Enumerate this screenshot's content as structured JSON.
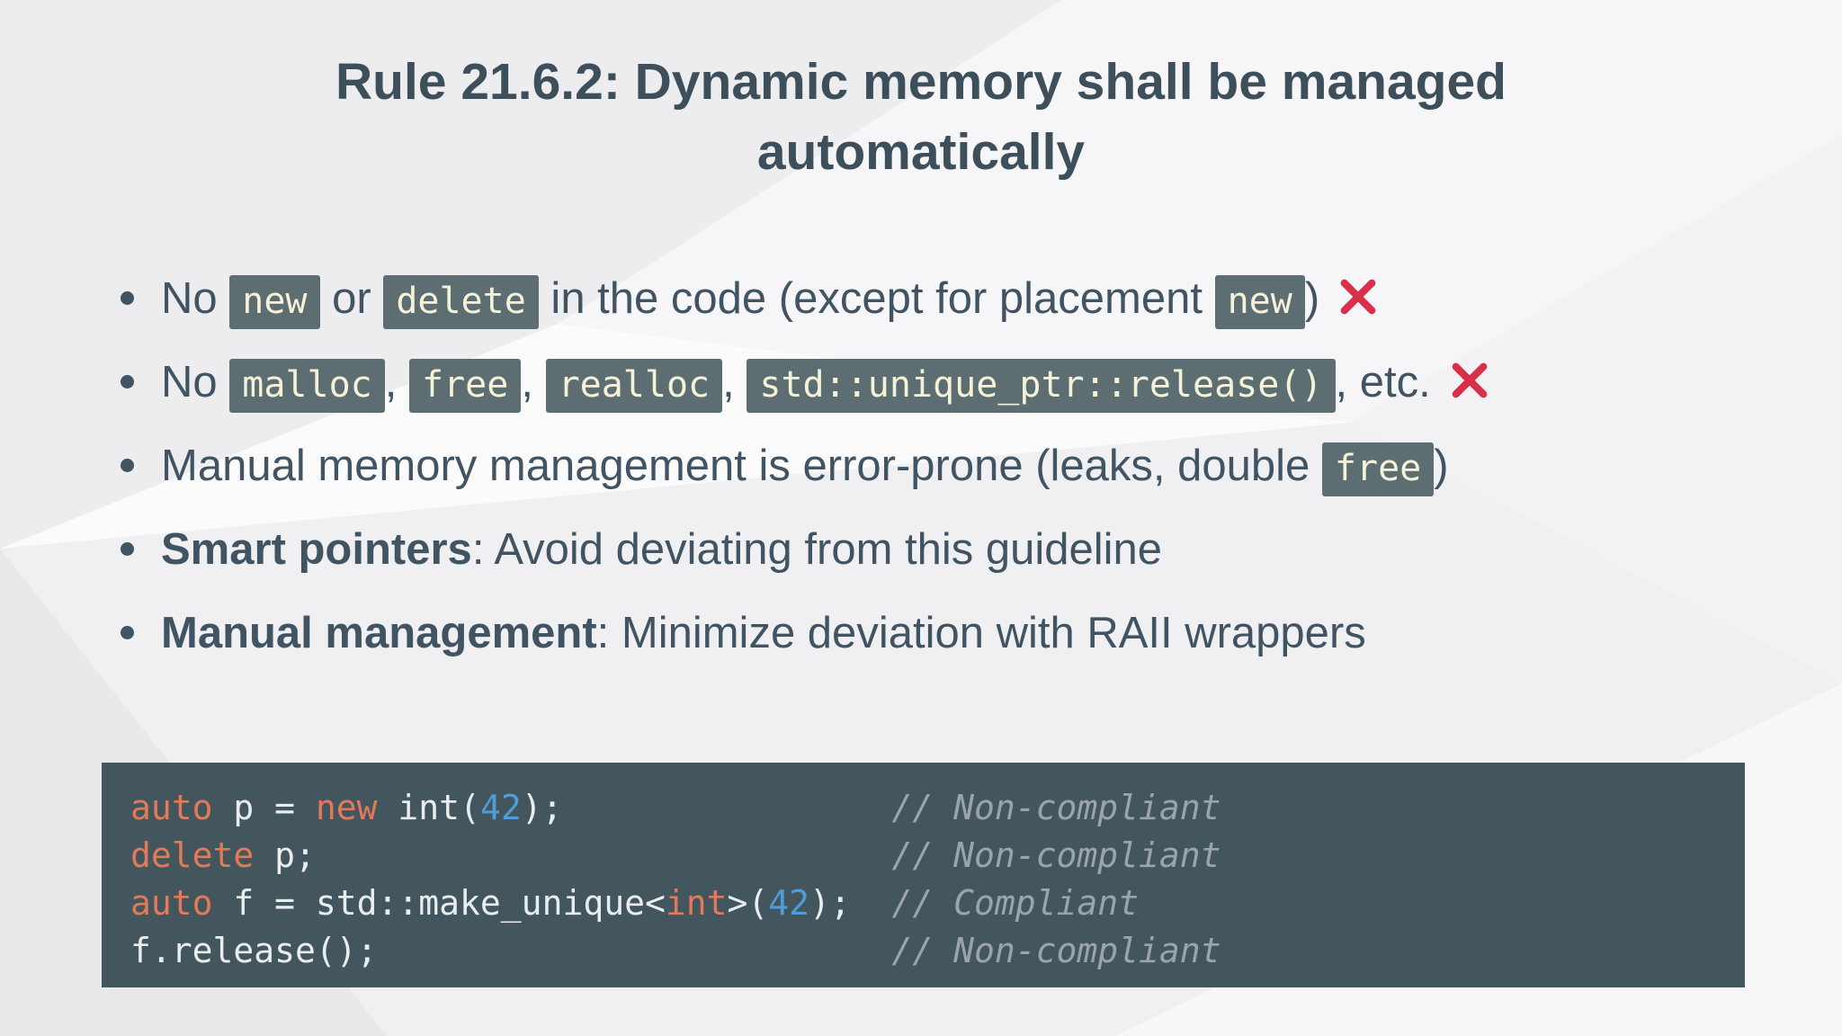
{
  "slide": {
    "title": "Rule 21.6.2: Dynamic memory shall be managed automatically"
  },
  "colors": {
    "background": "#f2f2f4",
    "heading": "#3d4f5b",
    "body_text": "#415463",
    "chip_bg": "#5d6e72",
    "chip_text": "#f5f2d9",
    "cross_red": "#d8304b",
    "code_bg": "#43565e",
    "code_plain": "#e9edee",
    "code_keyword": "#e07a58",
    "code_number": "#4f9cd8",
    "code_comment": "#9aa4a9"
  },
  "bullets": [
    {
      "segments": [
        {
          "type": "text",
          "value": "No "
        },
        {
          "type": "code",
          "value": "new"
        },
        {
          "type": "text",
          "value": " or "
        },
        {
          "type": "code",
          "value": "delete"
        },
        {
          "type": "text",
          "value": " in the code (except for placement "
        },
        {
          "type": "code",
          "value": "new"
        },
        {
          "type": "text",
          "value": ")"
        }
      ],
      "cross": true
    },
    {
      "segments": [
        {
          "type": "text",
          "value": "No "
        },
        {
          "type": "code",
          "value": "malloc"
        },
        {
          "type": "text",
          "value": ", "
        },
        {
          "type": "code",
          "value": "free"
        },
        {
          "type": "text",
          "value": ", "
        },
        {
          "type": "code",
          "value": "realloc"
        },
        {
          "type": "text",
          "value": ", "
        },
        {
          "type": "code",
          "value": "std::unique_ptr::release()"
        },
        {
          "type": "text",
          "value": ", etc."
        }
      ],
      "cross": true
    },
    {
      "segments": [
        {
          "type": "text",
          "value": "Manual memory management is error-prone (leaks, double "
        },
        {
          "type": "code",
          "value": "free"
        },
        {
          "type": "text",
          "value": ")"
        }
      ],
      "cross": false
    },
    {
      "segments": [
        {
          "type": "bold",
          "value": "Smart pointers"
        },
        {
          "type": "text",
          "value": ": Avoid deviating from this guideline"
        }
      ],
      "cross": false
    },
    {
      "segments": [
        {
          "type": "bold",
          "value": "Manual management"
        },
        {
          "type": "text",
          "value": ": Minimize deviation with RAII wrappers"
        }
      ],
      "cross": false
    }
  ],
  "code_block": {
    "lines": [
      {
        "segments": [
          {
            "style": "keyword",
            "value": "auto"
          },
          {
            "style": "plain",
            "value": " p = "
          },
          {
            "style": "keyword",
            "value": "new"
          },
          {
            "style": "plain",
            "value": " int("
          },
          {
            "style": "number",
            "value": "42"
          },
          {
            "style": "plain",
            "value": ");                "
          },
          {
            "style": "comment",
            "value": "// Non-compliant"
          }
        ]
      },
      {
        "segments": [
          {
            "style": "keyword",
            "value": "delete"
          },
          {
            "style": "plain",
            "value": " p;                            "
          },
          {
            "style": "comment",
            "value": "// Non-compliant"
          }
        ]
      },
      {
        "segments": [
          {
            "style": "keyword",
            "value": "auto"
          },
          {
            "style": "plain",
            "value": " f = std::make_unique<"
          },
          {
            "style": "keyword",
            "value": "int"
          },
          {
            "style": "plain",
            "value": ">("
          },
          {
            "style": "number",
            "value": "42"
          },
          {
            "style": "plain",
            "value": ");  "
          },
          {
            "style": "comment",
            "value": "// Compliant"
          }
        ]
      },
      {
        "segments": [
          {
            "style": "plain",
            "value": "f.release();                         "
          },
          {
            "style": "comment",
            "value": "// Non-compliant"
          }
        ]
      }
    ]
  }
}
